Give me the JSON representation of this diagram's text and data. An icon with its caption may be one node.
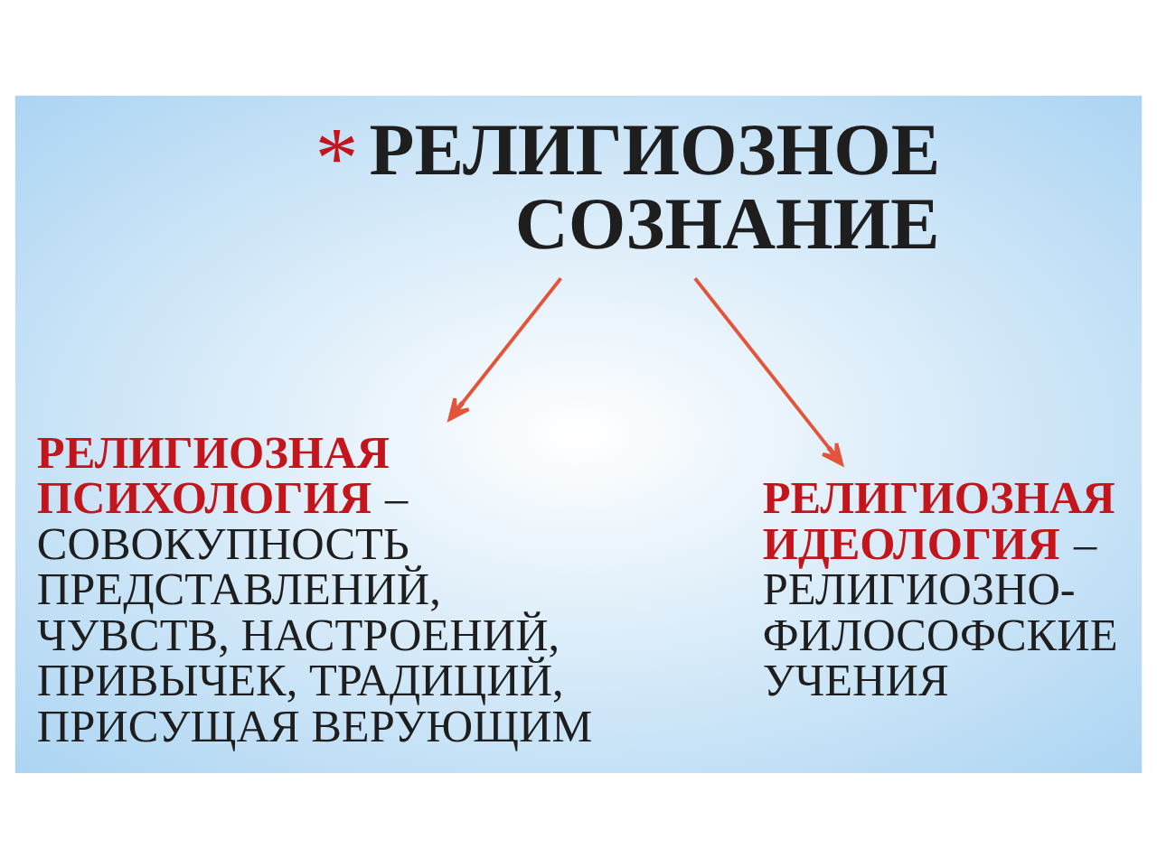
{
  "diagram": {
    "nodes": [
      {
        "text": [
          "РЕЛИГИОЗНОЕ СОЗНАНИЕ"
        ],
        "beside": [
          "*"
        ]
      },
      {
        "text": [
          "РЕЛИГИОЗНАЯ ПСИХОЛОГИЯ",
          "– СОВОКУПНОСТЬ ПРЕДСТАВЛЕНИЙ, ЧУВСТВ, НАСТРОЕНИЙ, ПРИВЫЧЕК, ТРАДИЦИЙ, ПРИСУЩАЯ ВЕРУЮЩИМ"
        ]
      },
      {
        "text": [
          "РЕЛИГИОЗНАЯ ИДЕОЛОГИЯ",
          "– РЕЛИГИОЗНО-ФИЛОСОФСКИЕ УЧЕНИЯ"
        ]
      }
    ],
    "edges": [
      {
        "from": 0,
        "to": 1,
        "arrow": "to"
      },
      {
        "from": 0,
        "to": 2,
        "arrow": "to"
      }
    ]
  }
}
